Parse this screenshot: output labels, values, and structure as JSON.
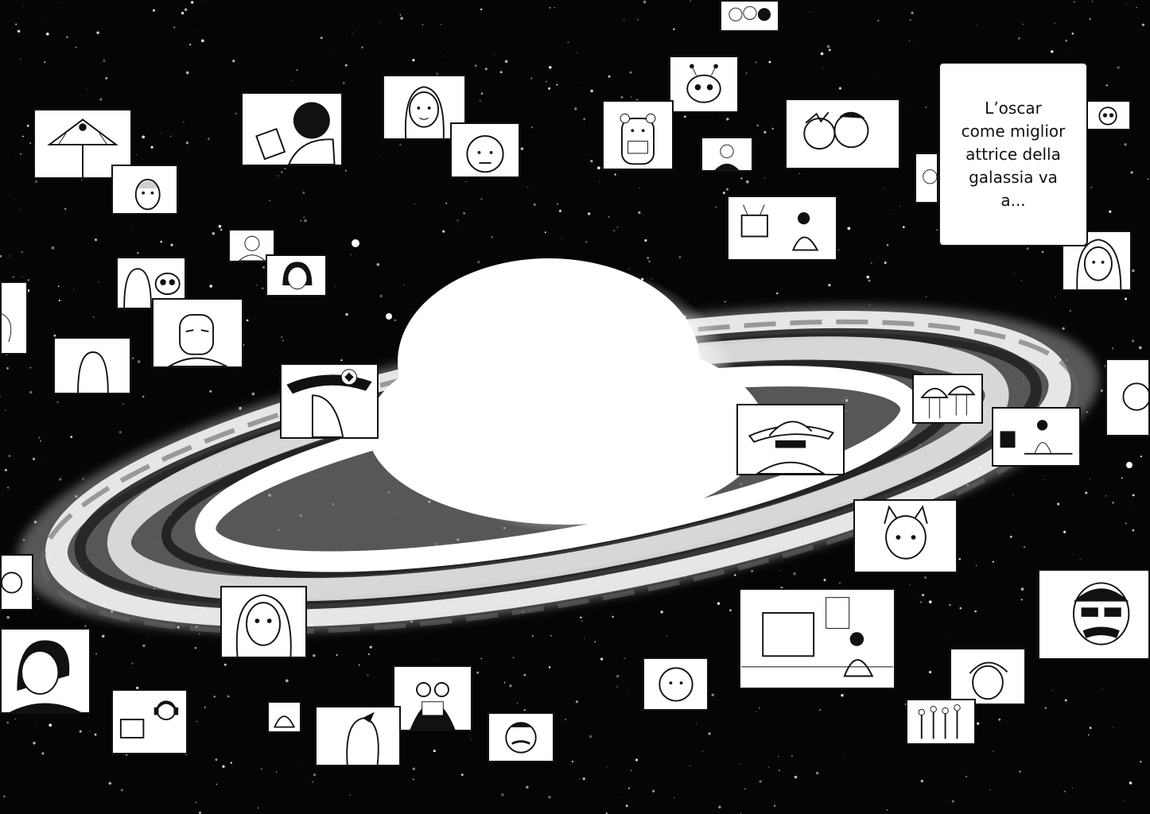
{
  "speech_bubble": {
    "lines": [
      "L’oscar",
      "come miglior",
      "attrice della",
      "galassia va",
      "a..."
    ]
  },
  "scene": {
    "background_color": "#050505",
    "galaxy_color": "#ffffff",
    "panel_icons": [
      "umbrella-icon",
      "character-face-icon",
      "tv-set-icon",
      "bear-icon",
      "alien-icon",
      "mustache-face-icon",
      "sheriff-hat-icon",
      "fedora-hat-icon",
      "headphones-icon"
    ]
  }
}
